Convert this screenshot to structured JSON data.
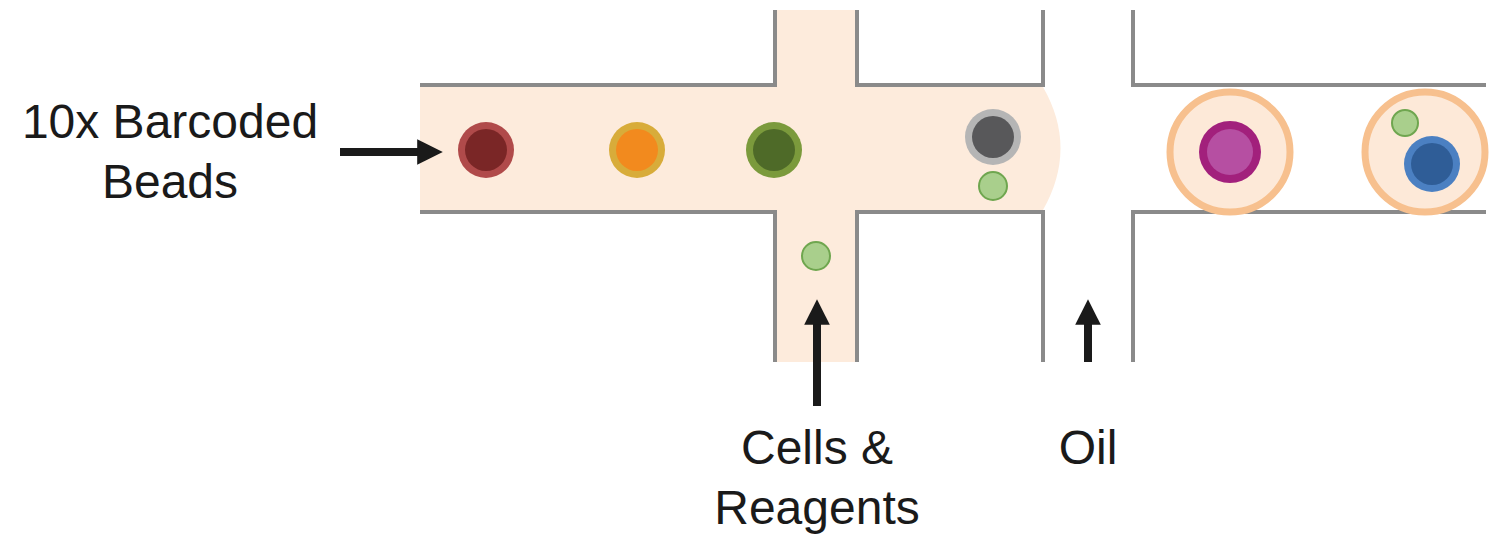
{
  "diagram": {
    "labels": [
      "10x Barcoded Beads",
      "Cells & Reagents",
      "Oil"
    ]
  }
}
